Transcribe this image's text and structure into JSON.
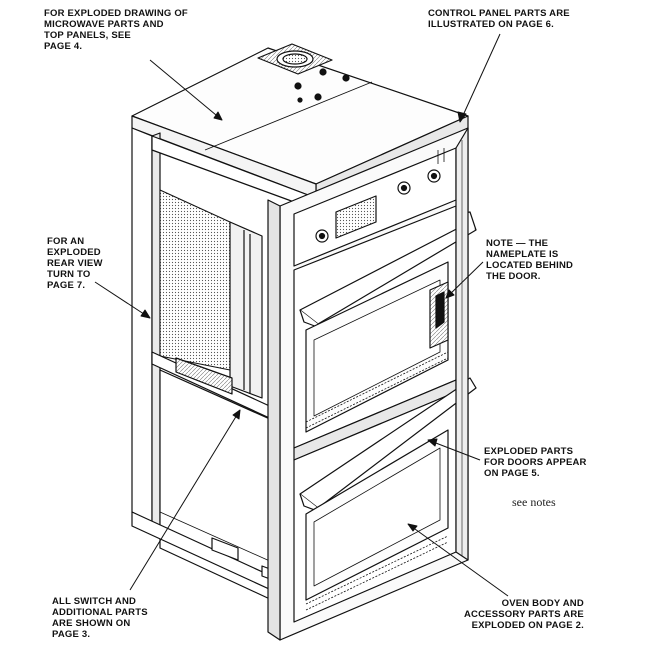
{
  "callouts": {
    "microwave": [
      "FOR EXPLODED DRAWING OF",
      "MICROWAVE PARTS AND",
      "TOP PANELS, SEE",
      "PAGE 4."
    ],
    "control_panel": [
      "CONTROL PANEL PARTS ARE",
      "ILLUSTRATED ON PAGE 6."
    ],
    "rear_view": [
      "FOR AN",
      "EXPLODED",
      "REAR VIEW",
      "TURN TO",
      "PAGE 7."
    ],
    "nameplate": [
      "NOTE — THE",
      "NAMEPLATE IS",
      "LOCATED BEHIND",
      "THE DOOR."
    ],
    "doors": [
      "EXPLODED PARTS",
      "FOR DOORS APPEAR",
      "ON PAGE 5."
    ],
    "switch": [
      "ALL SWITCH AND",
      "ADDITIONAL PARTS",
      "ARE SHOWN ON",
      "PAGE 3."
    ],
    "oven_body": [
      "OVEN BODY AND",
      "ACCESSORY PARTS ARE",
      "EXPLODED ON PAGE 2."
    ]
  },
  "handwritten_note": "see notes",
  "colors": {
    "ink": "#111111",
    "paper": "#ffffff",
    "shade": "#d9d9d9"
  }
}
